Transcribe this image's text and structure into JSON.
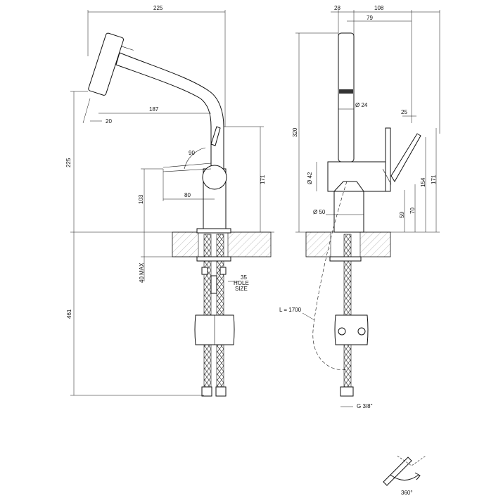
{
  "dimensions": {
    "side_view": {
      "width_top": "225",
      "height_spout": "225",
      "reach": "187",
      "head_offset": "20",
      "lever_angle": "90",
      "lever_height": "171",
      "body_to_lever": "80",
      "lever_base": "103",
      "deck_max": "40 MAX",
      "hole_size_value": "35",
      "hole_size_label_1": "HOLE",
      "hole_size_label_2": "SIZE",
      "hose_length": "461"
    },
    "front_view": {
      "offset_28": "28",
      "width_108": "108",
      "width_79": "79",
      "head_diameter": "Ø 24",
      "angle_25": "25",
      "total_height": "320",
      "body_diameter": "Ø 42",
      "base_diameter": "Ø 50",
      "height_59": "59",
      "height_70": "70",
      "height_154": "154",
      "height_171": "171",
      "pull_out_length": "L = 1700",
      "thread": "G 3/8\""
    }
  },
  "rotation_label": "360°"
}
